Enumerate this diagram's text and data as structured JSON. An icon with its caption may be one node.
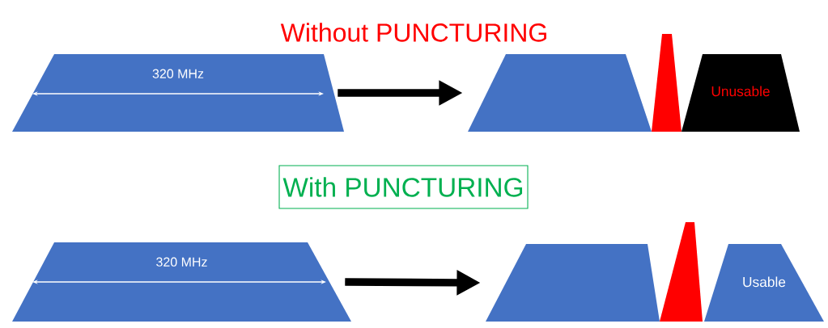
{
  "diagram": {
    "nodes": [
      {
        "text": [
          "320 MHz"
        ]
      },
      {
        "text": [],
        "shape": "trapezoid"
      },
      {
        "text": [],
        "shape": "trapezoid"
      },
      {
        "text": [
          "Unusable"
        ]
      },
      {
        "text": [
          "With PUNCTURING"
        ]
      },
      {
        "text": [
          "320 MHz"
        ]
      },
      {
        "text": [],
        "shape": "trapezoid"
      },
      {
        "text": [],
        "shape": "trapezoid"
      },
      {
        "text": [
          "Usable"
        ]
      }
    ],
    "edges": [
      {
        "from": 0,
        "to": 1,
        "arrow": "to"
      },
      {
        "from": 5,
        "to": 6,
        "arrow": "to"
      }
    ],
    "labels": [
      "Without PUNCTURING"
    ]
  }
}
